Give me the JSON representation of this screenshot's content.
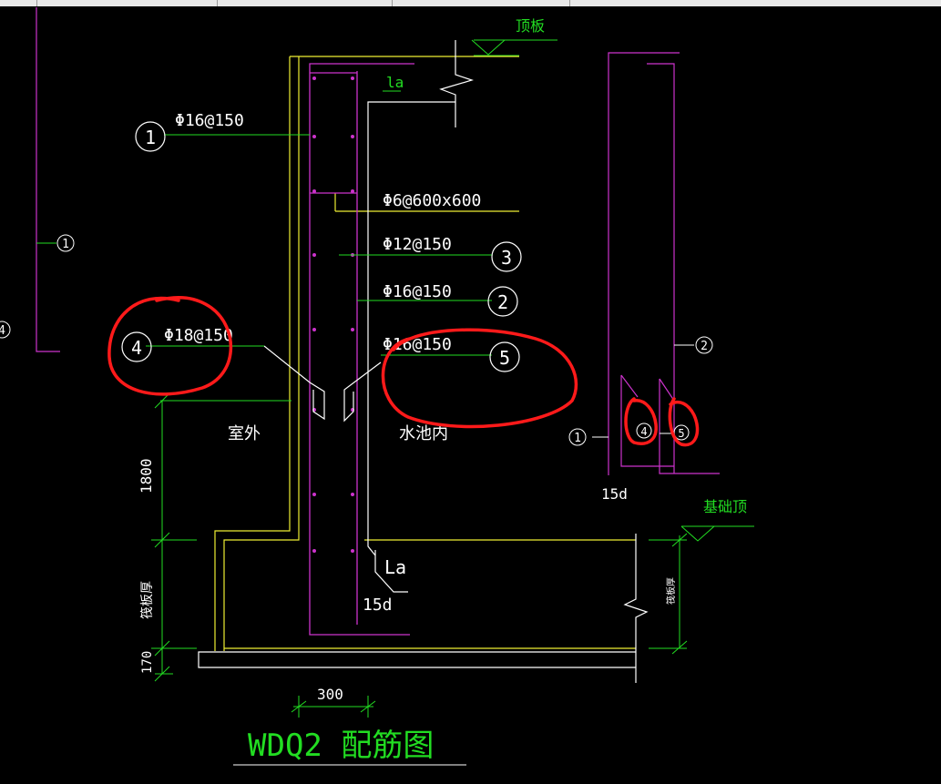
{
  "title": "WDQ2 配筋图",
  "labels": {
    "top_slab": "顶板",
    "foundation_top": "基础顶",
    "outside": "室外",
    "inside_pool": "水池内",
    "la_top": "la",
    "la_bottom": "La",
    "hook_15d_center": "15d",
    "hook_15d_right": "15d",
    "dim_1800": "1800",
    "dim_raft_left": "筏板厚",
    "dim_raft_right": "筏板厚",
    "dim_170": "170",
    "dim_300": "300"
  },
  "rebars": [
    {
      "id": "1",
      "spec": "Φ16@150"
    },
    {
      "id": "2",
      "spec": "Φ16@150"
    },
    {
      "id": "3",
      "spec": "Φ12@150"
    },
    {
      "id": "4",
      "spec": "Φ18@150"
    },
    {
      "id": "5",
      "spec": "Φ16@150"
    },
    {
      "id": "tie",
      "spec": "Φ6@600x600"
    }
  ],
  "markers": {
    "left_edge_1": "1",
    "left_edge_4": "4",
    "m1": "1",
    "m2": "2",
    "m3": "3",
    "m4": "4",
    "m5": "5",
    "right_1": "1",
    "right_2": "2",
    "right_4": "4",
    "right_5": "5"
  },
  "colors": {
    "background": "#000000",
    "white_lines": "#ffffff",
    "magenta_rebar": "#cc33cc",
    "yellow_outline": "#eeee33",
    "green_dims": "#22dd22",
    "red_annotation": "#ff1a1a"
  }
}
